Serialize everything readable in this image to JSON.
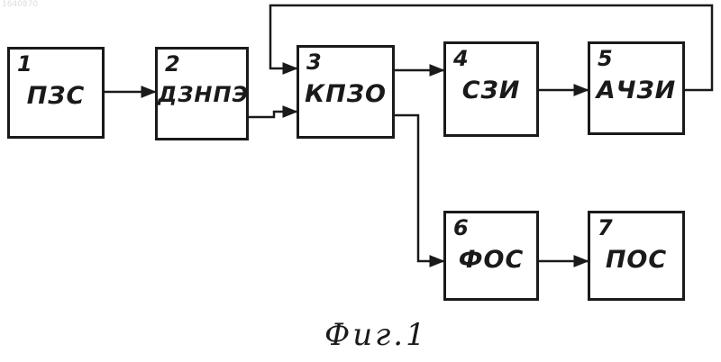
{
  "doc_number": "1640870",
  "caption": "Фиг.1",
  "blocks": [
    {
      "num": "1",
      "abbr": "ПЗС"
    },
    {
      "num": "2",
      "abbr": "ДЗНПЭ"
    },
    {
      "num": "3",
      "abbr": "КПЗО"
    },
    {
      "num": "4",
      "abbr": "СЗИ"
    },
    {
      "num": "5",
      "abbr": "АЧЗИ"
    },
    {
      "num": "6",
      "abbr": "ФОС"
    },
    {
      "num": "7",
      "abbr": "ПОС"
    }
  ],
  "colors": {
    "ink": "#1a1a1a",
    "paper": "#ffffff"
  }
}
